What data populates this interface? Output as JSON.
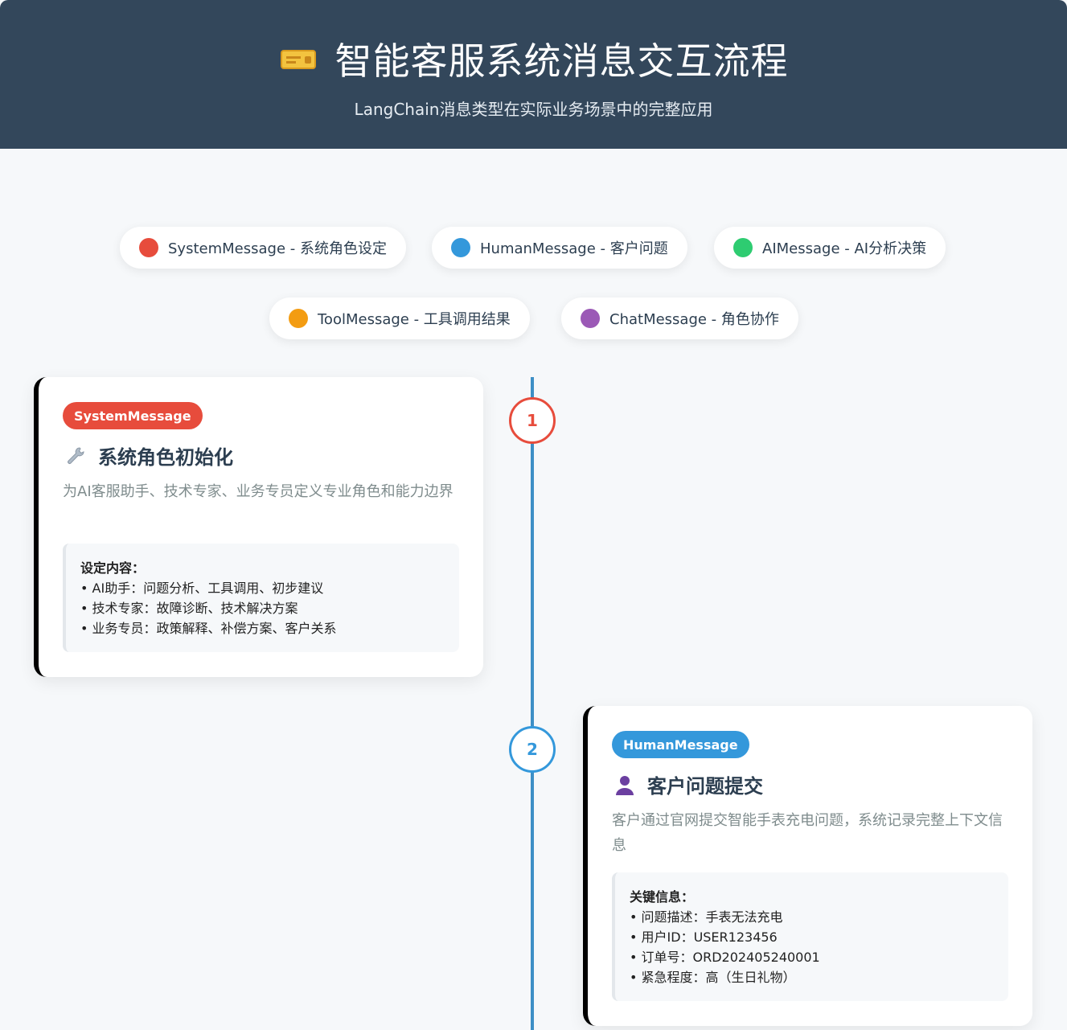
{
  "header": {
    "icon": "ticket-icon",
    "title": "智能客服系统消息交互流程",
    "subtitle": "LangChain消息类型在实际业务场景中的完整应用"
  },
  "legend": [
    {
      "label": "SystemMessage - 系统角色设定",
      "color": "#e74c3c"
    },
    {
      "label": "HumanMessage - 客户问题",
      "color": "#3498db"
    },
    {
      "label": "AIMessage - AI分析决策",
      "color": "#2ecc71"
    },
    {
      "label": "ToolMessage - 工具调用结果",
      "color": "#f39c12"
    },
    {
      "label": "ChatMessage - 角色协作",
      "color": "#9b59b6"
    }
  ],
  "steps": [
    {
      "number": "1",
      "color": "#e74c3c",
      "badge": "SystemMessage",
      "icon": "wrench-icon",
      "title": "系统角色初始化",
      "desc": "为AI客服助手、技术专家、业务专员定义专业角色和能力边界",
      "detail_title": "设定内容：",
      "details": [
        "• AI助手：问题分析、工具调用、初步建议",
        "• 技术专家：故障诊断、技术解决方案",
        "• 业务专员：政策解释、补偿方案、客户关系"
      ]
    },
    {
      "number": "2",
      "color": "#3498db",
      "badge": "HumanMessage",
      "icon": "person-icon",
      "title": "客户问题提交",
      "desc": "客户通过官网提交智能手表充电问题，系统记录完整上下文信息",
      "detail_title": "关键信息：",
      "details": [
        "• 问题描述：手表无法充电",
        "• 用户ID：USER123456",
        "• 订单号：ORD202405240001",
        "• 紧急程度：高（生日礼物）"
      ]
    }
  ]
}
